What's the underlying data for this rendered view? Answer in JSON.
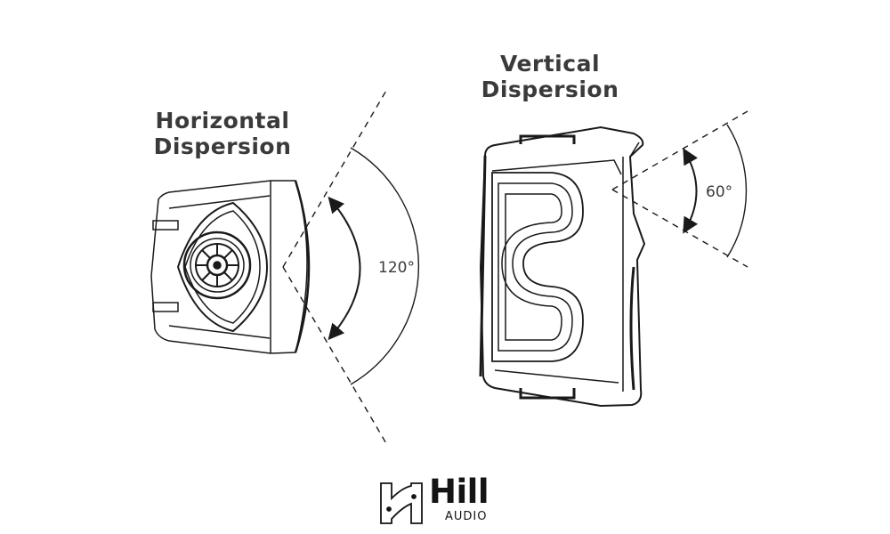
{
  "horizontal": {
    "title": "Horizontal Dispersion",
    "angle_label": "120°"
  },
  "vertical": {
    "title": "Vertical Dispersion",
    "angle_label": "60°"
  },
  "brand": {
    "name": "Hill",
    "sub": "AUDIO",
    "icon": "hill-h-logo-icon"
  },
  "colors": {
    "line": "#1a1a1a",
    "text": "#3a3a3a",
    "logo": "#141414"
  }
}
